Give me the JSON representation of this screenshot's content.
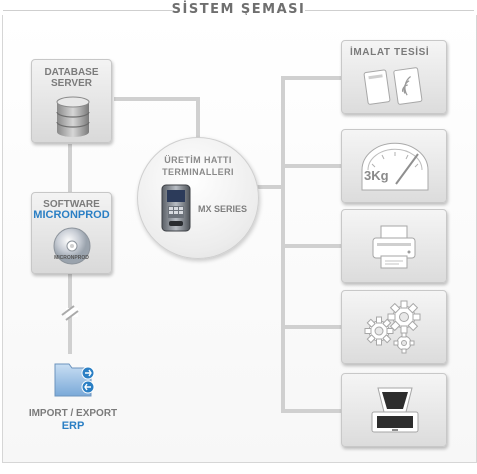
{
  "title": "SİSTEM ŞEMASI",
  "database": {
    "line1": "DATABASE",
    "line2": "SERVER"
  },
  "software": {
    "line1": "SOFTWARE",
    "line2": "MICRONPROD",
    "disc_brand": "MICRONPROD"
  },
  "terminal": {
    "line1": "ÜRETİM HATTI",
    "line2": "TERMINALLERI",
    "model": "MX SERIES"
  },
  "erp": {
    "line1": "IMPORT / EXPORT",
    "line2": "ERP"
  },
  "right_boxes": [
    {
      "name": "production-facility",
      "label": "İMALAT TESİSİ",
      "icon": "rfid-card-icon"
    },
    {
      "name": "scale",
      "label": "",
      "icon": "scale-gauge-icon",
      "icon_text": "3Kg"
    },
    {
      "name": "printer",
      "label": "",
      "icon": "printer-icon"
    },
    {
      "name": "machinery",
      "label": "",
      "icon": "gears-icon"
    },
    {
      "name": "scanner",
      "label": "",
      "icon": "scanner-icon"
    }
  ],
  "colors": {
    "accent_blue": "#2b7fc4",
    "label_gray": "#7b7b7b",
    "line_gray": "#d0d0d0"
  }
}
